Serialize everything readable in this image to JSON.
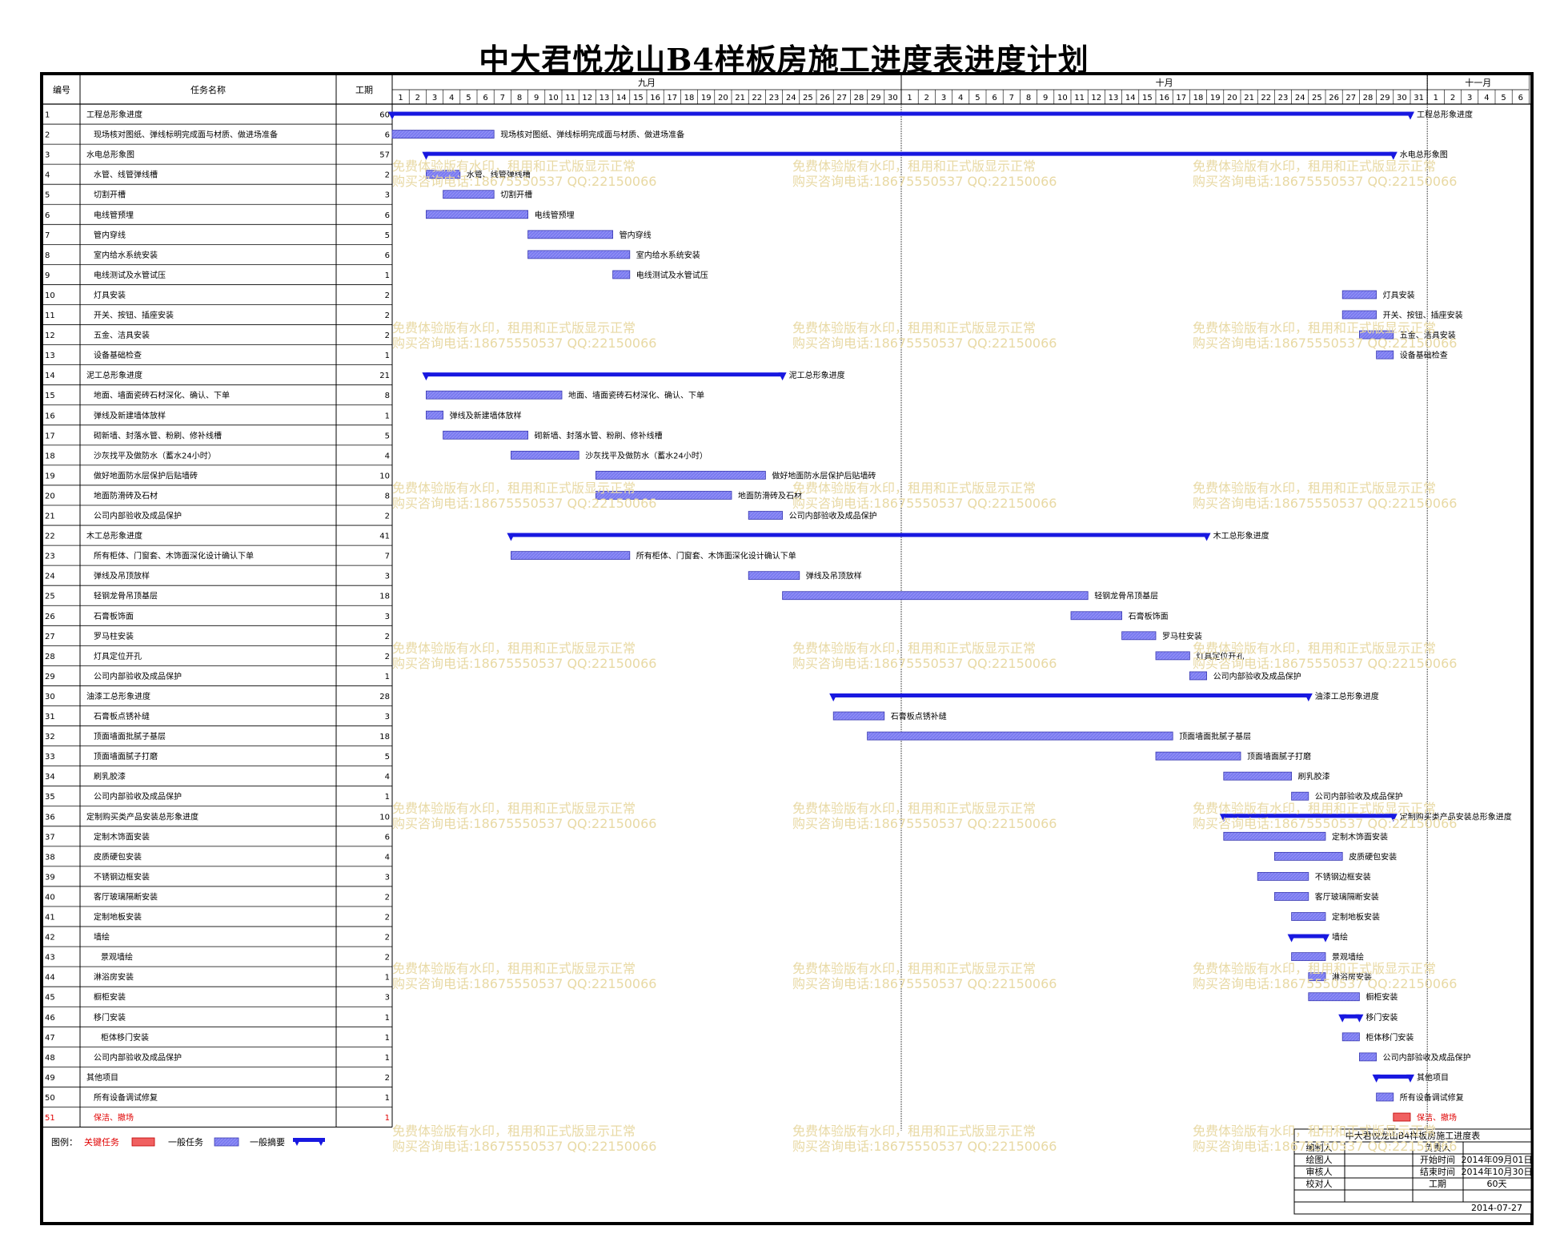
{
  "title": "中大君悦龙山B4样板房施工进度表进度计划",
  "headers": {
    "id": "编号",
    "name": "任务名称",
    "dur": "工期"
  },
  "months": [
    "九月",
    "十月",
    "十一月"
  ],
  "month_days": [
    30,
    31,
    6
  ],
  "legend": {
    "label": "图例：",
    "critical": "关键任务",
    "normal": "一般任务",
    "summary": "一般摘要"
  },
  "info": {
    "title": "中大君悦龙山B4样板房施工进度表",
    "editor_label": "编制人",
    "owner_label": "负责人",
    "drawer_label": "绘图人",
    "start_label": "开始时间",
    "start": "2014年09月01日",
    "reviewer_label": "审核人",
    "end_label": "结束时间",
    "end": "2014年10月30日",
    "checker_label": "校对人",
    "dur_label": "工期",
    "dur": "60天",
    "date": "2014-07-27"
  },
  "watermark": {
    "line1": "免费体验版有水印，租用和正式版显示正常",
    "line2": "购买咨询电话:18675550537 QQ:22150066"
  },
  "colors": {
    "summary": "#1818e0",
    "task": "#7a7af0",
    "critical": "#f06060",
    "critical_text": "#e00000",
    "watermark": "#e8d9a4"
  },
  "chart_data": {
    "type": "gantt",
    "time_unit": "day",
    "tasks": [
      {
        "id": "1",
        "name": "工程总形象进度",
        "dur": "60",
        "start": 1,
        "end": 61,
        "kind": "summary",
        "indent": 1
      },
      {
        "id": "2",
        "name": "现场核对图纸、弹线标明完成面与材质、做进场准备",
        "dur": "6",
        "start": 1,
        "end": 7,
        "kind": "task",
        "indent": 2
      },
      {
        "id": "3",
        "name": "水电总形象图",
        "dur": "57",
        "start": 3,
        "end": 60,
        "kind": "summary",
        "indent": 1
      },
      {
        "id": "4",
        "name": "水管、线管弹线槽",
        "dur": "2",
        "start": 3,
        "end": 5,
        "kind": "task",
        "indent": 2
      },
      {
        "id": "5",
        "name": "切割开槽",
        "dur": "3",
        "start": 4,
        "end": 7,
        "kind": "task",
        "indent": 2
      },
      {
        "id": "6",
        "name": "电线管预埋",
        "dur": "6",
        "start": 3,
        "end": 9,
        "kind": "task",
        "indent": 2
      },
      {
        "id": "7",
        "name": "管内穿线",
        "dur": "5",
        "start": 9,
        "end": 14,
        "kind": "task",
        "indent": 2
      },
      {
        "id": "8",
        "name": "室内给水系统安装",
        "dur": "6",
        "start": 9,
        "end": 15,
        "kind": "task",
        "indent": 2
      },
      {
        "id": "9",
        "name": "电线测试及水管试压",
        "dur": "1",
        "start": 14,
        "end": 15,
        "kind": "task",
        "indent": 2
      },
      {
        "id": "10",
        "name": "灯具安装",
        "dur": "2",
        "start": 57,
        "end": 59,
        "kind": "task",
        "indent": 2
      },
      {
        "id": "11",
        "name": "开关、按钮、插座安装",
        "dur": "2",
        "start": 57,
        "end": 59,
        "kind": "task",
        "indent": 2
      },
      {
        "id": "12",
        "name": "五金、洁具安装",
        "dur": "2",
        "start": 58,
        "end": 60,
        "kind": "task",
        "indent": 2
      },
      {
        "id": "13",
        "name": "设备基础检查",
        "dur": "1",
        "start": 59,
        "end": 60,
        "kind": "task",
        "indent": 2
      },
      {
        "id": "14",
        "name": "泥工总形象进度",
        "dur": "21",
        "start": 3,
        "end": 24,
        "kind": "summary",
        "indent": 1
      },
      {
        "id": "15",
        "name": "地面、墙面瓷砖石材深化、确认、下单",
        "dur": "8",
        "start": 3,
        "end": 11,
        "kind": "task",
        "indent": 2
      },
      {
        "id": "16",
        "name": "弹线及新建墙体放样",
        "dur": "1",
        "start": 3,
        "end": 4,
        "kind": "task",
        "indent": 2
      },
      {
        "id": "17",
        "name": "砌新墙、封落水管、粉刷、修补线槽",
        "dur": "5",
        "start": 4,
        "end": 9,
        "kind": "task",
        "indent": 2
      },
      {
        "id": "18",
        "name": "沙灰找平及做防水（蓄水24小时）",
        "dur": "4",
        "start": 8,
        "end": 12,
        "kind": "task",
        "indent": 2
      },
      {
        "id": "19",
        "name": "做好地面防水层保护后贴墙砖",
        "dur": "10",
        "start": 13,
        "end": 23,
        "kind": "task",
        "indent": 2
      },
      {
        "id": "20",
        "name": "地面防滑砖及石材",
        "dur": "8",
        "start": 13,
        "end": 21,
        "kind": "task",
        "indent": 2
      },
      {
        "id": "21",
        "name": "公司内部验收及成品保护",
        "dur": "2",
        "start": 22,
        "end": 24,
        "kind": "task",
        "indent": 2
      },
      {
        "id": "22",
        "name": "木工总形象进度",
        "dur": "41",
        "start": 8,
        "end": 49,
        "kind": "summary",
        "indent": 1
      },
      {
        "id": "23",
        "name": "所有柜体、门窗套、木饰面深化设计确认下单",
        "dur": "7",
        "start": 8,
        "end": 15,
        "kind": "task",
        "indent": 2
      },
      {
        "id": "24",
        "name": "弹线及吊顶放样",
        "dur": "3",
        "start": 22,
        "end": 25,
        "kind": "task",
        "indent": 2
      },
      {
        "id": "25",
        "name": "轻钢龙骨吊顶基层",
        "dur": "18",
        "start": 24,
        "end": 42,
        "kind": "task",
        "indent": 2
      },
      {
        "id": "26",
        "name": "石膏板饰面",
        "dur": "3",
        "start": 41,
        "end": 44,
        "kind": "task",
        "indent": 2
      },
      {
        "id": "27",
        "name": "罗马柱安装",
        "dur": "2",
        "start": 44,
        "end": 46,
        "kind": "task",
        "indent": 2
      },
      {
        "id": "28",
        "name": "灯具定位开孔",
        "dur": "2",
        "start": 46,
        "end": 48,
        "kind": "task",
        "indent": 2
      },
      {
        "id": "29",
        "name": "公司内部验收及成品保护",
        "dur": "1",
        "start": 48,
        "end": 49,
        "kind": "task",
        "indent": 2
      },
      {
        "id": "30",
        "name": "油漆工总形象进度",
        "dur": "28",
        "start": 27,
        "end": 55,
        "kind": "summary",
        "indent": 1
      },
      {
        "id": "31",
        "name": "石膏板点锈补缝",
        "dur": "3",
        "start": 27,
        "end": 30,
        "kind": "task",
        "indent": 2
      },
      {
        "id": "32",
        "name": "顶面墙面批腻子基层",
        "dur": "18",
        "start": 29,
        "end": 47,
        "kind": "task",
        "indent": 2
      },
      {
        "id": "33",
        "name": "顶面墙面腻子打磨",
        "dur": "5",
        "start": 46,
        "end": 51,
        "kind": "task",
        "indent": 2
      },
      {
        "id": "34",
        "name": "刷乳胶漆",
        "dur": "4",
        "start": 50,
        "end": 54,
        "kind": "task",
        "indent": 2
      },
      {
        "id": "35",
        "name": "公司内部验收及成品保护",
        "dur": "1",
        "start": 54,
        "end": 55,
        "kind": "task",
        "indent": 2
      },
      {
        "id": "36",
        "name": "定制购买类产品安装总形象进度",
        "dur": "10",
        "start": 50,
        "end": 60,
        "kind": "summary",
        "indent": 1
      },
      {
        "id": "37",
        "name": "定制木饰面安装",
        "dur": "6",
        "start": 50,
        "end": 56,
        "kind": "task",
        "indent": 2
      },
      {
        "id": "38",
        "name": "皮质硬包安装",
        "dur": "4",
        "start": 53,
        "end": 57,
        "kind": "task",
        "indent": 2
      },
      {
        "id": "39",
        "name": "不锈钢边框安装",
        "dur": "3",
        "start": 52,
        "end": 55,
        "kind": "task",
        "indent": 2
      },
      {
        "id": "40",
        "name": "客厅玻璃隔断安装",
        "dur": "2",
        "start": 53,
        "end": 55,
        "kind": "task",
        "indent": 2
      },
      {
        "id": "41",
        "name": "定制地板安装",
        "dur": "2",
        "start": 54,
        "end": 56,
        "kind": "task",
        "indent": 2
      },
      {
        "id": "42",
        "name": "墙绘",
        "dur": "2",
        "start": 54,
        "end": 56,
        "kind": "summary",
        "indent": 2
      },
      {
        "id": "43",
        "name": "景观墙绘",
        "dur": "2",
        "start": 54,
        "end": 56,
        "kind": "task",
        "indent": 3
      },
      {
        "id": "44",
        "name": "淋浴房安装",
        "dur": "1",
        "start": 55,
        "end": 56,
        "kind": "task",
        "indent": 2
      },
      {
        "id": "45",
        "name": "橱柜安装",
        "dur": "3",
        "start": 55,
        "end": 58,
        "kind": "task",
        "indent": 2
      },
      {
        "id": "46",
        "name": "移门安装",
        "dur": "1",
        "start": 57,
        "end": 58,
        "kind": "summary",
        "indent": 2
      },
      {
        "id": "47",
        "name": "柜体移门安装",
        "dur": "1",
        "start": 57,
        "end": 58,
        "kind": "task",
        "indent": 3
      },
      {
        "id": "48",
        "name": "公司内部验收及成品保护",
        "dur": "1",
        "start": 58,
        "end": 59,
        "kind": "task",
        "indent": 2
      },
      {
        "id": "49",
        "name": "其他项目",
        "dur": "2",
        "start": 59,
        "end": 61,
        "kind": "summary",
        "indent": 1
      },
      {
        "id": "50",
        "name": "所有设备调试修复",
        "dur": "1",
        "start": 59,
        "end": 60,
        "kind": "task",
        "indent": 2
      },
      {
        "id": "51",
        "name": "保洁、撤场",
        "dur": "1",
        "start": 60,
        "end": 61,
        "kind": "critical",
        "indent": 2
      }
    ]
  }
}
